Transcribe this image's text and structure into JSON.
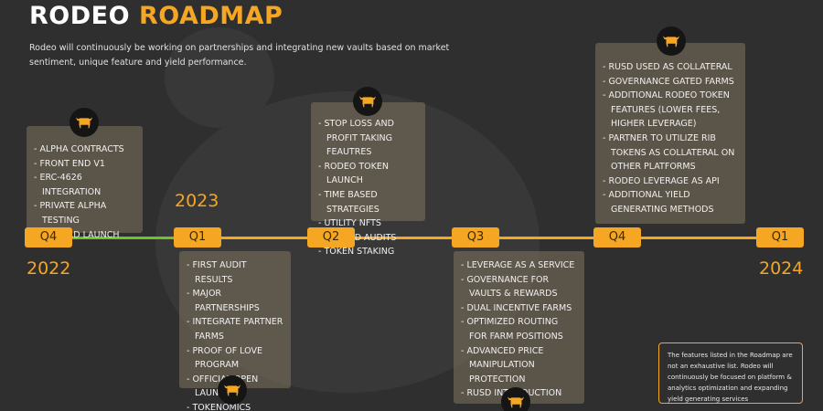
{
  "header": {
    "title_part1": "RODEO",
    "title_part2": "ROADMAP",
    "subtitle": "Rodeo will continuously be working on partnerships and integrating new vaults based on market sentiment, unique feature and yield performance."
  },
  "timeline": {
    "years": [
      "2022",
      "2023",
      "2024"
    ],
    "quarters": [
      "Q4",
      "Q1",
      "Q2",
      "Q3",
      "Q4",
      "Q1"
    ],
    "cards": {
      "q4_2022": [
        "- ALPHA CONTRACTS",
        "- FRONT END V1",
        "- ERC-4626 INTEGRATION",
        "- PRIVATE ALPHA TESTING",
        "- DISCORD LAUNCH"
      ],
      "q1_2023": [
        "- FIRST AUDIT RESULTS",
        "- MAJOR PARTNERSHIPS",
        "- INTEGRATE PARTNER FARMS",
        "- PROOF OF LOVE PROGRAM",
        "- OFFICIAL OPEN LAUNCH",
        "- TOKENOMICS RELEASE"
      ],
      "q2_2023": [
        "- STOP LOSS AND PROFIT TAKING FEAUTRES",
        "- RODEO TOKEN LAUNCH",
        "- TIME BASED STRATEGIES",
        "- UTILITY NFTS",
        "- SECOND AUDITS",
        "- TOKEN STAKING"
      ],
      "q3_2023": [
        "- LEVERAGE AS A SERVICE",
        "- GOVERNANCE FOR VAULTS & REWARDS",
        "- DUAL INCENTIVE FARMS",
        "- OPTIMIZED ROUTING FOR FARM POSITIONS",
        "- ADVANCED PRICE MANIPULATION PROTECTION",
        "- RUSD INTRODUCTION"
      ],
      "q4_2023": [
        "- RUSD USED AS COLLATERAL",
        "- GOVERNANCE GATED FARMS",
        "- ADDITIONAL RODEO TOKEN FEATURES (LOWER FEES, HIGHER LEVERAGE)",
        "- PARTNER TO UTILIZE RIB TOKENS AS COLLATERAL ON OTHER PLATFORMS",
        "- RODEO LEVERAGE AS API",
        "- ADDITIONAL YIELD GENERATING METHODS"
      ]
    }
  },
  "note": "The features listed in the Roadmap are not an exhaustive list. Rodeo will continuously be focused on platform & analytics optimization and expanding yield generating services",
  "colors": {
    "accent": "#f5a623",
    "completed_line": "#6fc22a",
    "background": "#2f2f2f"
  },
  "icons": {
    "milestone": "bull-icon"
  }
}
